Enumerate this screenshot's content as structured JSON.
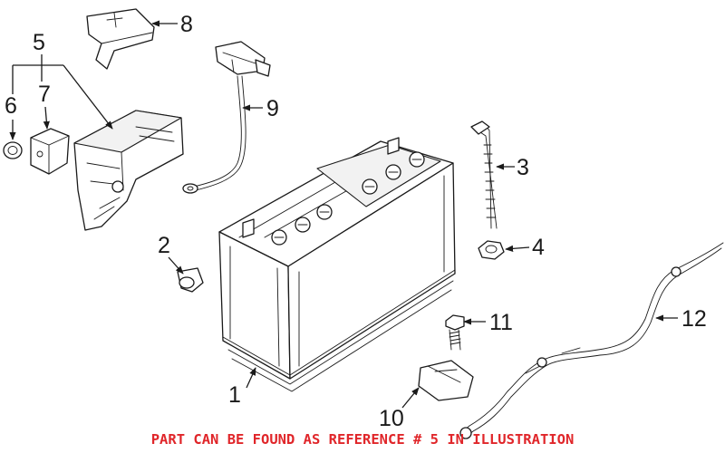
{
  "callouts": {
    "c1": "1",
    "c2": "2",
    "c3": "3",
    "c4": "4",
    "c5": "5",
    "c6": "6",
    "c7": "7",
    "c8": "8",
    "c9": "9",
    "c10": "10",
    "c11": "11",
    "c12": "12"
  },
  "footer": {
    "notice": "PART CAN BE FOUND AS REFERENCE # 5 IN ILLUSTRATION",
    "color": "#e0262a"
  }
}
